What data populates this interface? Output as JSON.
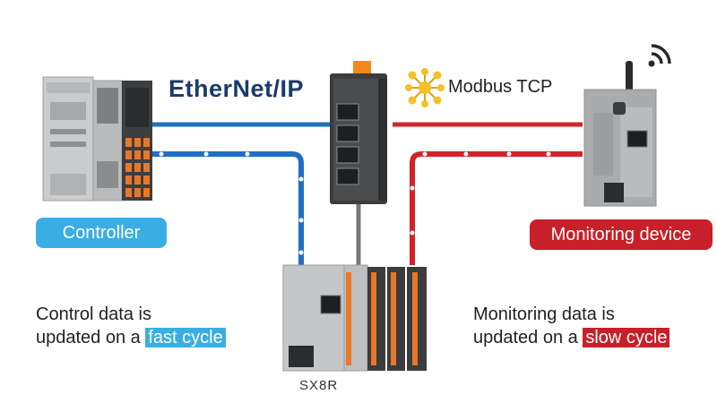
{
  "protocols": {
    "left": "EtherNet/IP",
    "right": "Modbus TCP"
  },
  "badges": {
    "controller": "Controller",
    "monitoring": "Monitoring device"
  },
  "captions": {
    "control_line1": "Control data is",
    "control_line2_prefix": "updated on a ",
    "control_highlight": "fast cycle",
    "monitoring_line1": "Monitoring data is",
    "monitoring_line2_prefix": "updated on a ",
    "monitoring_highlight": "slow cycle"
  },
  "devices": {
    "remote_io": "SX8R"
  },
  "colors": {
    "ethernet_blue": "#1f6fc3",
    "modbus_red": "#d2232a",
    "controller_badge": "#3aaee4",
    "monitoring_badge": "#c8202a",
    "ethernet_logo": "#1b3a6b"
  },
  "icons": {
    "wifi": "wifi-signal-icon",
    "modbus": "modbus-network-icon"
  }
}
